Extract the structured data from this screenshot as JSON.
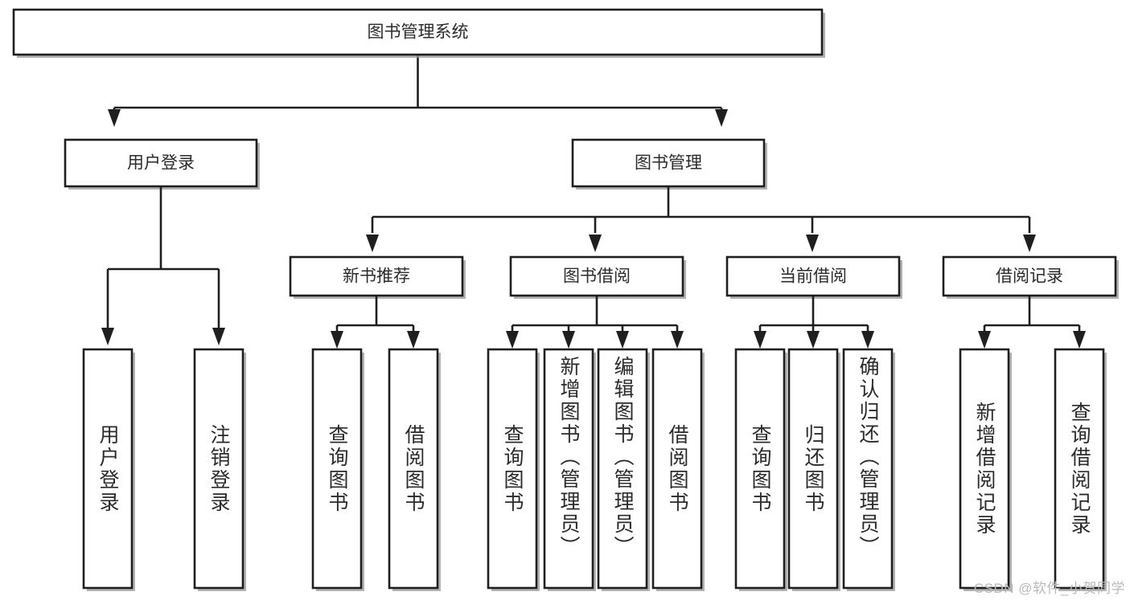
{
  "diagram": {
    "type": "tree-hierarchy",
    "title": "图书管理系统",
    "watermark": "CSDN @软件_小贺同学",
    "colors": {
      "background": "#ffffff",
      "stroke": "#1f1f1f",
      "text": "#2b2b2b",
      "shadow": "#9a9a9a",
      "watermark": "#b9b9b9"
    },
    "root": {
      "id": "root",
      "label": "图书管理系统",
      "orientation": "horizontal"
    },
    "level2": [
      {
        "id": "user-login",
        "label": "用户登录",
        "orientation": "horizontal"
      },
      {
        "id": "book-management",
        "label": "图书管理",
        "orientation": "horizontal"
      }
    ],
    "level3": [
      {
        "id": "new-book-recommend",
        "label": "新书推荐",
        "parent": "book-management",
        "orientation": "horizontal"
      },
      {
        "id": "book-borrow",
        "label": "图书借阅",
        "parent": "book-management",
        "orientation": "horizontal"
      },
      {
        "id": "current-borrow",
        "label": "当前借阅",
        "parent": "book-management",
        "orientation": "horizontal"
      },
      {
        "id": "borrow-record",
        "label": "借阅记录",
        "parent": "book-management",
        "orientation": "horizontal"
      }
    ],
    "leaves": [
      {
        "id": "leaf-user-login",
        "label": "用户登录",
        "parent": "user-login",
        "orientation": "vertical"
      },
      {
        "id": "leaf-logout-login",
        "label": "注销登录",
        "parent": "user-login",
        "orientation": "vertical"
      },
      {
        "id": "leaf-query-book-1",
        "label": "查询图书",
        "parent": "new-book-recommend",
        "orientation": "vertical"
      },
      {
        "id": "leaf-borrow-book-1",
        "label": "借阅图书",
        "parent": "new-book-recommend",
        "orientation": "vertical"
      },
      {
        "id": "leaf-query-book-2",
        "label": "查询图书",
        "parent": "book-borrow",
        "orientation": "vertical"
      },
      {
        "id": "leaf-add-book",
        "label": "新增图书（管理员）",
        "parent": "book-borrow",
        "orientation": "vertical"
      },
      {
        "id": "leaf-edit-book",
        "label": "编辑图书（管理员）",
        "parent": "book-borrow",
        "orientation": "vertical"
      },
      {
        "id": "leaf-borrow-book-2",
        "label": "借阅图书",
        "parent": "book-borrow",
        "orientation": "vertical"
      },
      {
        "id": "leaf-query-book-3",
        "label": "查询图书",
        "parent": "current-borrow",
        "orientation": "vertical"
      },
      {
        "id": "leaf-return-book",
        "label": "归还图书",
        "parent": "current-borrow",
        "orientation": "vertical"
      },
      {
        "id": "leaf-confirm-return",
        "label": "确认归还（管理员）",
        "parent": "current-borrow",
        "orientation": "vertical"
      },
      {
        "id": "leaf-add-record",
        "label": "新增借阅记录",
        "parent": "borrow-record",
        "orientation": "vertical"
      },
      {
        "id": "leaf-query-record",
        "label": "查询借阅记录",
        "parent": "borrow-record",
        "orientation": "vertical"
      }
    ]
  }
}
